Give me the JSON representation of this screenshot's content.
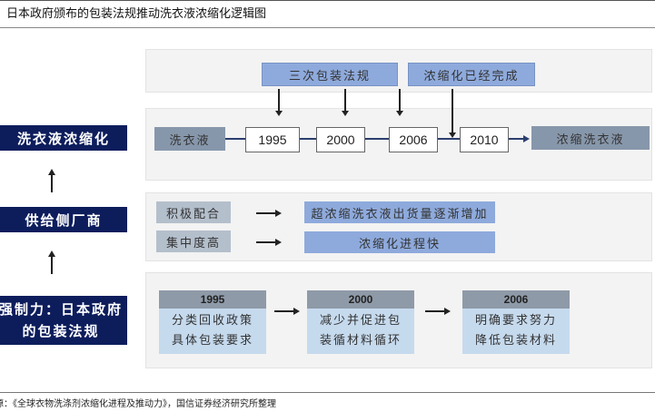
{
  "title": "：日本政府颁布的包装法规推动洗衣液浓缩化逻辑图",
  "left": {
    "box1": "洗衣液浓缩化",
    "box2": "供给侧厂商",
    "box3_line1": "强制力：日本政府",
    "box3_line2": "的包装法规"
  },
  "top": {
    "law_label": "三次包装法规",
    "done_label": "浓缩化已经完成",
    "start": "洗衣液",
    "end": "浓缩洗衣液",
    "years": [
      "1995",
      "2000",
      "2006",
      "2010"
    ]
  },
  "middle": {
    "rows": [
      {
        "label": "积极配合",
        "result": "超浓缩洗衣液出货量逐渐增加"
      },
      {
        "label": "集中度高",
        "result": "浓缩化进程快"
      }
    ]
  },
  "bottom": {
    "cards": [
      {
        "year": "1995",
        "line1": "分类回收政策",
        "line2": "具体包装要求"
      },
      {
        "year": "2000",
        "line1": "减少并促进包",
        "line2": "装循材料循环"
      },
      {
        "year": "2006",
        "line1": "明确要求努力",
        "line2": "降低包装材料"
      }
    ]
  },
  "source": "源：《全球衣物洗涤剂浓缩化进程及推动力》，国信证券经济研究所整理"
}
